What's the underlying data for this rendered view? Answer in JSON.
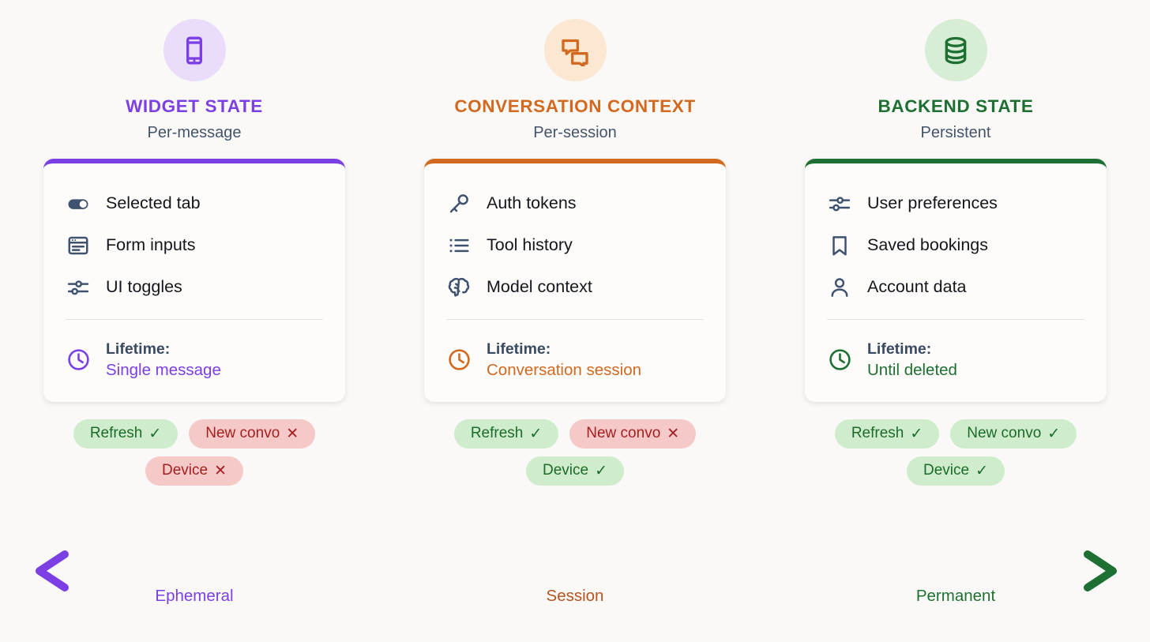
{
  "background": "#faf9f7",
  "columns": [
    {
      "key": "widget-state",
      "title": "WIDGET STATE",
      "subtitle": "Per-message",
      "accent": "#7b3fe4",
      "circle_bg": "#e9ddfb",
      "header_icon": "mobile-phone-icon",
      "items": [
        {
          "icon": "toggle-switch-icon",
          "label": "Selected tab"
        },
        {
          "icon": "form-window-icon",
          "label": "Form inputs"
        },
        {
          "icon": "sliders-icon",
          "label": "UI toggles"
        }
      ],
      "lifetime_label": "Lifetime:",
      "lifetime_value": "Single message",
      "lifetime_icon": "clock-icon",
      "badges": [
        {
          "label": "Refresh",
          "state": "yes",
          "mark": "✓"
        },
        {
          "label": "New convo",
          "state": "no",
          "mark": "✕"
        },
        {
          "label": "Device",
          "state": "no",
          "mark": "✕"
        }
      ]
    },
    {
      "key": "conversation-context",
      "title": "CONVERSATION CONTEXT",
      "subtitle": "Per-session",
      "accent": "#d2691e",
      "circle_bg": "#fbe7d2",
      "header_icon": "chat-bubbles-icon",
      "items": [
        {
          "icon": "key-icon",
          "label": "Auth tokens"
        },
        {
          "icon": "list-icon",
          "label": "Tool history"
        },
        {
          "icon": "brain-icon",
          "label": "Model context"
        }
      ],
      "lifetime_label": "Lifetime:",
      "lifetime_value": "Conversation session",
      "lifetime_icon": "clock-icon",
      "badges": [
        {
          "label": "Refresh",
          "state": "yes",
          "mark": "✓"
        },
        {
          "label": "New convo",
          "state": "no",
          "mark": "✕"
        },
        {
          "label": "Device",
          "state": "yes",
          "mark": "✓"
        }
      ]
    },
    {
      "key": "backend-state",
      "title": "BACKEND STATE",
      "subtitle": "Persistent",
      "accent": "#1d7031",
      "circle_bg": "#d7edd5",
      "header_icon": "database-icon",
      "items": [
        {
          "icon": "sliders-icon",
          "label": "User preferences"
        },
        {
          "icon": "bookmark-icon",
          "label": "Saved bookings"
        },
        {
          "icon": "person-icon",
          "label": "Account data"
        }
      ],
      "lifetime_label": "Lifetime:",
      "lifetime_value": "Until deleted",
      "lifetime_icon": "clock-icon",
      "badges": [
        {
          "label": "Refresh",
          "state": "yes",
          "mark": "✓"
        },
        {
          "label": "New convo",
          "state": "yes",
          "mark": "✓"
        },
        {
          "label": "Device",
          "state": "yes",
          "mark": "✓"
        }
      ]
    }
  ],
  "spectrum": {
    "icon": "double-headed-arrow-icon",
    "gradient_stops": [
      "#7b3fe4",
      "#b5602f",
      "#1d7031"
    ],
    "labels": [
      {
        "text": "Ephemeral",
        "color": "#7b3fe4"
      },
      {
        "text": "Session",
        "color": "#b5541e"
      },
      {
        "text": "Permanent",
        "color": "#1d7031"
      }
    ]
  }
}
